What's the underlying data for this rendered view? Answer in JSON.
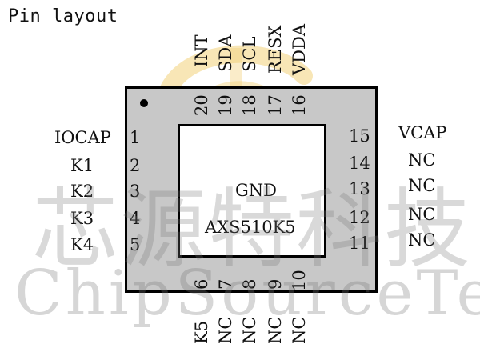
{
  "heading": "Pin layout",
  "chip": {
    "pad_label": "GND",
    "part_number": "AXS510K5"
  },
  "pins": {
    "left": [
      {
        "num": "1",
        "name": "IOCAP"
      },
      {
        "num": "2",
        "name": "K1"
      },
      {
        "num": "3",
        "name": "K2"
      },
      {
        "num": "4",
        "name": "K3"
      },
      {
        "num": "5",
        "name": "K4"
      }
    ],
    "right": [
      {
        "num": "15",
        "name": "VCAP"
      },
      {
        "num": "14",
        "name": "NC"
      },
      {
        "num": "13",
        "name": "NC"
      },
      {
        "num": "12",
        "name": "NC"
      },
      {
        "num": "11",
        "name": "NC"
      }
    ],
    "top": [
      {
        "num": "20",
        "name": "INT"
      },
      {
        "num": "19",
        "name": "SDA"
      },
      {
        "num": "18",
        "name": "SCL"
      },
      {
        "num": "17",
        "name": "RESX"
      },
      {
        "num": "16",
        "name": "VDDA"
      }
    ],
    "bottom": [
      {
        "num": "6",
        "name": "K5"
      },
      {
        "num": "7",
        "name": "NC"
      },
      {
        "num": "8",
        "name": "NC"
      },
      {
        "num": "9",
        "name": "NC"
      },
      {
        "num": "10",
        "name": "NC"
      }
    ]
  },
  "watermark": {
    "cn": "芯源特科技",
    "en": "ChipSourceTek"
  }
}
